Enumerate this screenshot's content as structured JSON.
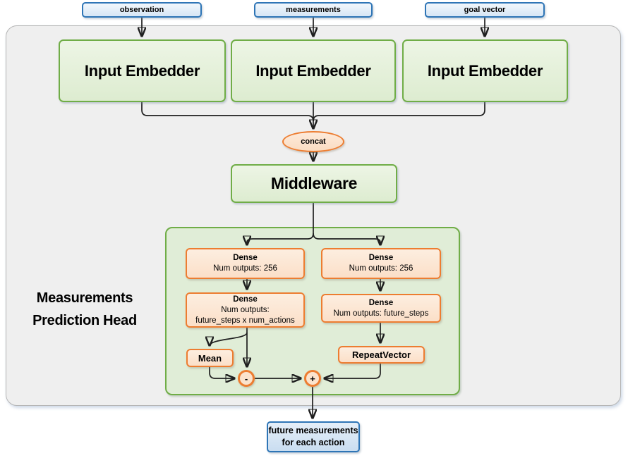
{
  "inputs": [
    {
      "label": "observation"
    },
    {
      "label": "measurements"
    },
    {
      "label": "goal vector"
    }
  ],
  "embedders": [
    {
      "label": "Input Embedder"
    },
    {
      "label": "Input Embedder"
    },
    {
      "label": "Input Embedder"
    }
  ],
  "concat": {
    "label": "concat"
  },
  "middleware": {
    "label": "Middleware"
  },
  "head": {
    "title_line1": "Measurements",
    "title_line2": "Prediction Head",
    "left": {
      "dense1_title": "Dense",
      "dense1_detail": "Num outputs: 256",
      "dense2_title": "Dense",
      "dense2_detail_line1": "Num outputs:",
      "dense2_detail_line2": "future_steps x num_actions",
      "mean": "Mean",
      "minus": "-"
    },
    "right": {
      "dense1_title": "Dense",
      "dense1_detail": "Num outputs: 256",
      "dense2_title": "Dense",
      "dense2_detail": "Num outputs: future_steps",
      "repeat": "RepeatVector",
      "plus": "+"
    }
  },
  "output": {
    "line1": "future measurements",
    "line2": "for each action"
  },
  "colors": {
    "green_border": "#70ad47",
    "green_fill": "#e0edd7",
    "orange_border": "#ed7d31",
    "orange_fill": "#fce4d6",
    "blue_border": "#2e75b6",
    "blue_fill": "#d6e6f5",
    "panel_fill": "#efefef",
    "wire": "#1f1f1f"
  }
}
